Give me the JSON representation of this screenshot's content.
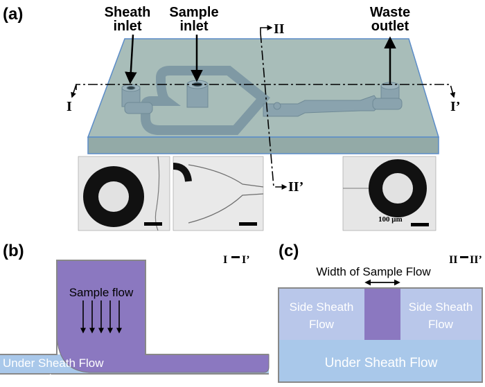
{
  "panel_a": {
    "label": "(a)",
    "sheath_inlet": [
      "Sheath",
      "inlet"
    ],
    "sample_inlet": [
      "Sample",
      "inlet"
    ],
    "waste_outlet": [
      "Waste",
      "outlet"
    ],
    "section_I": "I",
    "section_I_prime": "I’",
    "section_II": "II",
    "section_II_prime": "II’",
    "scale_bar_label": "100 μm"
  },
  "panel_b": {
    "label": "(b)",
    "section_label_left": "I",
    "section_label_right": "I’",
    "sample_flow": "Sample flow",
    "under_sheath_flow": "Under Sheath Flow"
  },
  "panel_c": {
    "label": "(c)",
    "section_label_left": "II",
    "section_label_right": "II’",
    "width_of_sample_flow": "Width of Sample Flow",
    "side_sheath_left": [
      "Side Sheath",
      "Flow"
    ],
    "side_sheath_right": [
      "Side Sheath",
      "Flow"
    ],
    "under_sheath_flow": "Under Sheath Flow"
  },
  "colors": {
    "chip_glass": "#a7bcb8",
    "chip_edge": "#5b8cc8",
    "channel": "#8fa6b1",
    "sample_purple": "#8b78c0",
    "sheath_blue": "#a9c8ea",
    "side_sheath": "#b8c6e8"
  }
}
